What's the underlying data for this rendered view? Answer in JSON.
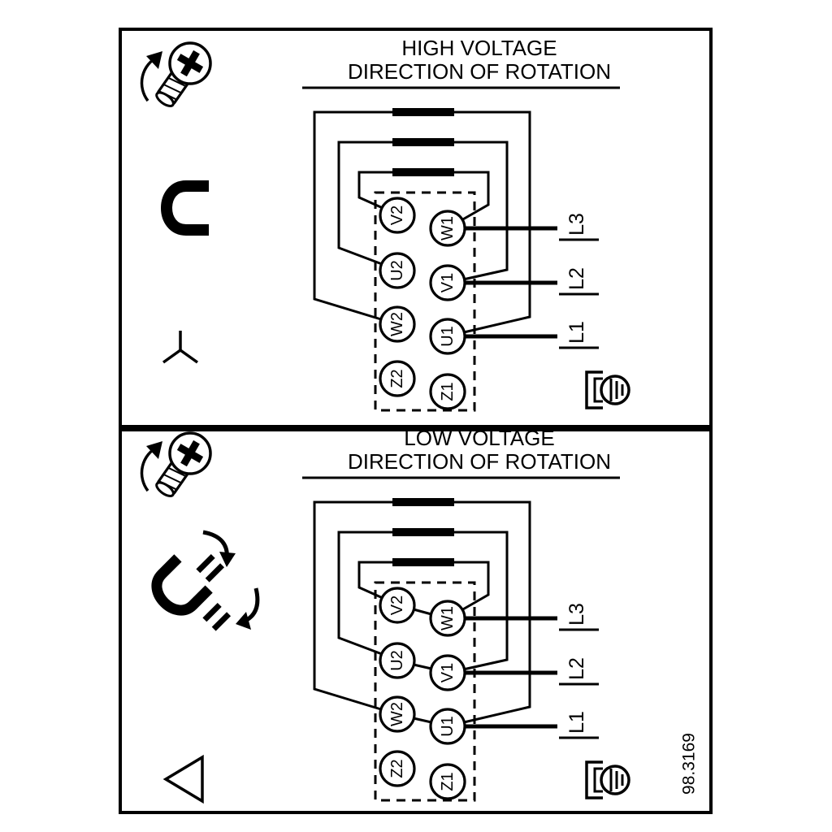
{
  "colors": {
    "ink": "#000000",
    "background": "#ffffff"
  },
  "figure_number": "98.3169",
  "panels": [
    {
      "title_line1": "HIGH VOLTAGE",
      "title_line2": "DIRECTION OF ROTATION",
      "connection": "star",
      "terminals": {
        "left": [
          "V2",
          "U2",
          "W2",
          "Z2"
        ],
        "right": [
          "W1",
          "V1",
          "U1",
          "Z1"
        ]
      },
      "supply_labels": [
        "L3",
        "L2",
        "L1"
      ],
      "icons": [
        "screw-rotation-icon",
        "jumper-icon",
        "star-connection-icon",
        "ground-screw-icon"
      ]
    },
    {
      "title_line1": "LOW VOLTAGE",
      "title_line2": "DIRECTION OF ROTATION",
      "connection": "delta",
      "terminals": {
        "left": [
          "V2",
          "U2",
          "W2",
          "Z2"
        ],
        "right": [
          "W1",
          "V1",
          "U1",
          "Z1"
        ]
      },
      "supply_labels": [
        "L3",
        "L2",
        "L1"
      ],
      "icons": [
        "screw-rotation-icon",
        "jumper-reposition-icon",
        "delta-connection-icon",
        "ground-screw-icon"
      ]
    }
  ]
}
